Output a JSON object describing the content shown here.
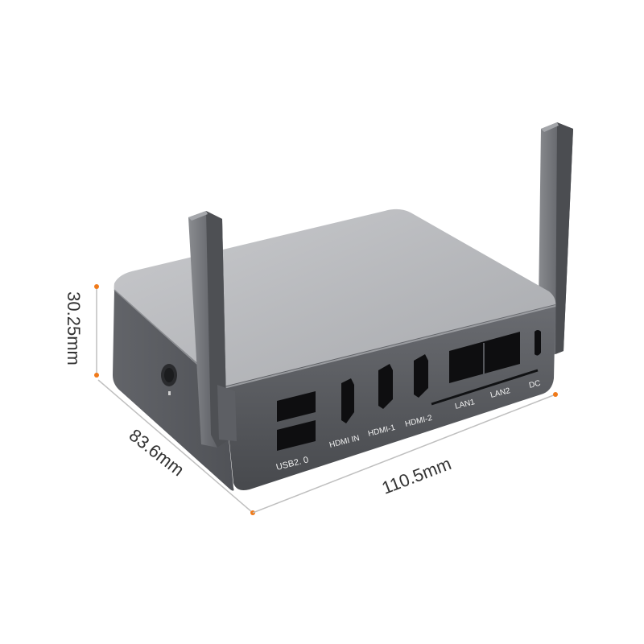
{
  "dimensions": {
    "height": "30.25mm",
    "depth": "83.6mm",
    "width": "110.5mm"
  },
  "ports": {
    "usb": "USB2. 0",
    "hdmi_in": "HDMI IN",
    "hdmi_1": "HDMI-1",
    "hdmi_2": "HDMI-2",
    "lan1": "LAN1",
    "lan2": "LAN2",
    "dc": "DC"
  },
  "colors": {
    "accent": "#f07a1a",
    "dimension_line": "#bfbfbf",
    "body_front": "#55575c",
    "body_top": "#b4b6ba"
  }
}
